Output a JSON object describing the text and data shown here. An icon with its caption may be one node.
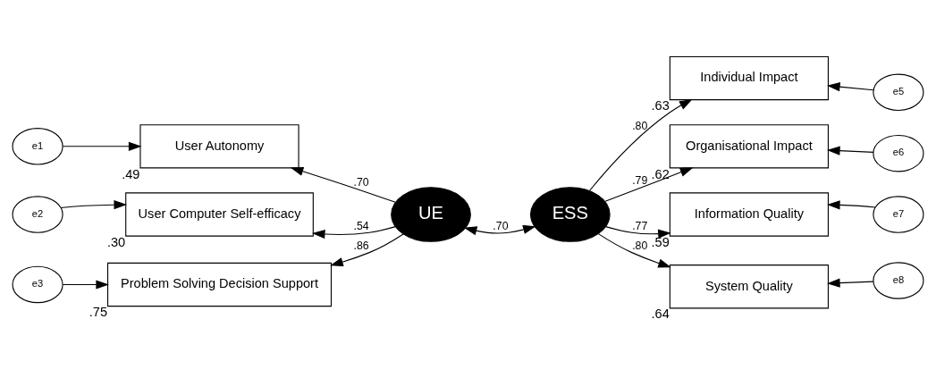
{
  "diagram": {
    "nodes": [
      {
        "text": [
          "e1"
        ]
      },
      {
        "text": [
          "User Autonomy"
        ],
        "beside": [
          ".49"
        ]
      },
      {
        "text": [
          "e2"
        ]
      },
      {
        "text": [
          "User Computer Self-efficacy"
        ],
        "beside": [
          ".30"
        ]
      },
      {
        "text": [
          "e3"
        ]
      },
      {
        "text": [
          "Problem Solving Decision Support"
        ],
        "beside": [
          ".75"
        ]
      },
      {
        "text": [
          "UE"
        ]
      },
      {
        "text": [
          "ESS"
        ]
      },
      {
        "text": [
          "Individual Impact"
        ],
        "beside": [
          ".63"
        ]
      },
      {
        "text": [
          "e5"
        ]
      },
      {
        "text": [
          "Organisational Impact"
        ],
        "beside": [
          ".62"
        ]
      },
      {
        "text": [
          "e6"
        ]
      },
      {
        "text": [
          "Information Quality"
        ],
        "beside": [
          ".59"
        ]
      },
      {
        "text": [
          "e7"
        ]
      },
      {
        "text": [
          "System Quality"
        ],
        "beside": [
          ".64"
        ]
      },
      {
        "text": [
          "e8"
        ]
      }
    ],
    "edges": [
      {
        "from": 0,
        "to": 1,
        "arrow": "to"
      },
      {
        "from": 2,
        "to": 3,
        "arrow": "to"
      },
      {
        "from": 4,
        "to": 5,
        "arrow": "to"
      },
      {
        "from": 6,
        "to": 1,
        "arrow": "to",
        "label": ".70"
      },
      {
        "from": 6,
        "to": 3,
        "arrow": "to",
        "label": ".54"
      },
      {
        "from": 6,
        "to": 5,
        "arrow": "to",
        "label": ".86"
      },
      {
        "from": 6,
        "to": 7,
        "arrow": "both",
        "label": ".70"
      },
      {
        "from": 7,
        "to": 8,
        "arrow": "to",
        "label": ".80"
      },
      {
        "from": 7,
        "to": 10,
        "arrow": "to",
        "label": ".79"
      },
      {
        "from": 7,
        "to": 12,
        "arrow": "to",
        "label": ".77"
      },
      {
        "from": 7,
        "to": 14,
        "arrow": "to",
        "label": ".80"
      },
      {
        "from": 9,
        "to": 8,
        "arrow": "to"
      },
      {
        "from": 11,
        "to": 10,
        "arrow": "to"
      },
      {
        "from": 13,
        "to": 12,
        "arrow": "to"
      },
      {
        "from": 15,
        "to": 14,
        "arrow": "to"
      }
    ]
  }
}
